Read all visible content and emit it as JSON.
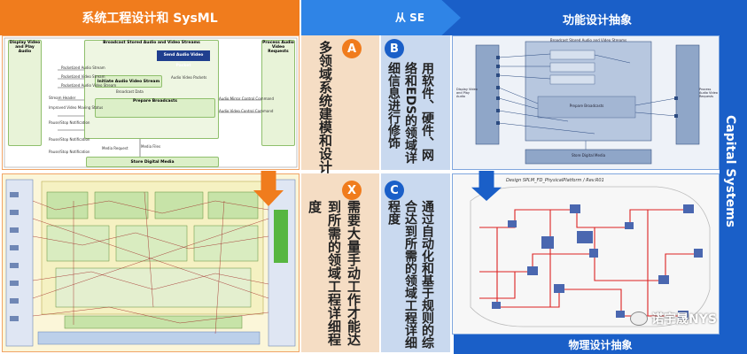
{
  "header": {
    "left_title": "系统工程设计和 SysML",
    "arrow_label": "从 SE",
    "right_title": "功能设计抽象"
  },
  "sections": {
    "a": {
      "badge": "A",
      "text": "多领域系统建模和设计"
    },
    "b": {
      "badge": "B",
      "text": "用软件、硬件、网络和EDS的领域详细信息进行修饰"
    },
    "x": {
      "badge": "X",
      "text": "需要大量手动工作才能达到所需的领域工程详细程度"
    },
    "c": {
      "badge": "C",
      "text": "通过自动化和基于规则的综合达到所需的领域工程详细程度"
    }
  },
  "sidebar": {
    "label": "Capital Systems"
  },
  "footer": {
    "label": "物理设计抽象"
  },
  "watermark": {
    "label": "诺宇晟NYS"
  },
  "sysml": {
    "left_actor": "Display Video and Play Audio",
    "right_actor": "Process Audio Video Requests",
    "broadcast_title": "Broadcast Stored Audio and Video Streams",
    "send_packet": "Send Audio Video Packet",
    "initiate": "Initiate Audio Video Stream",
    "prepare": "Prepare Broadcasts",
    "store": "Store Digital Media",
    "labels": [
      "Packetized Audio Stream",
      "Packetized Video Stream",
      "Packetized Audio Video Stream",
      "Stream Header",
      "Improved Video Moving Status",
      "Pause/Stop Notification",
      "Pause/Stop Notification",
      "Pause/Stop Notification",
      "Audio Video Packets",
      "Broadcast Data",
      "Media Request",
      "Media Files",
      "Audio Mirror Control Command",
      "Audio Video Control Command"
    ]
  },
  "functional": {
    "top_title": "Broadcast Stored Audio and Video Streams",
    "left_box": "Display Video and Play Audio",
    "right_box": "Process Audio Video Requests",
    "bottom_box": "Store Digital Media",
    "center_box": "Prepare Broadcasts"
  },
  "physical": {
    "title": "Design SPLM_FD_PhysicalPlatform / Rev.R01"
  }
}
